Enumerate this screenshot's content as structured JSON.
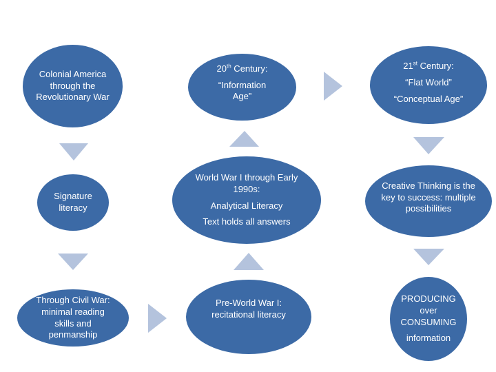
{
  "nodes": {
    "colonial": {
      "text": "Colonial America through the Revolutionary War"
    },
    "signature": {
      "text": "Signature literacy"
    },
    "civil_war": {
      "text": "Through Civil War: minimal reading skills and penmanship"
    },
    "pre_ww1": {
      "text": "Pre-World War I: recitational literacy"
    },
    "ww1_1990s": {
      "title": "World War I through Early 1990s:",
      "line2": "Analytical Literacy",
      "line3": "Text holds all answers"
    },
    "century20": {
      "number": "20",
      "suffix": "th",
      "label": " Century:",
      "line2": "“Information Age”"
    },
    "century21": {
      "number": "21",
      "suffix": "st",
      "label": " Century:",
      "line2": "“Flat World”",
      "line3": "“Conceptual Age”"
    },
    "creative": {
      "text": "Creative Thinking is the key to success: multiple possibilities"
    },
    "producing": {
      "line1": "PRODUCING over CONSUMING",
      "line2": "information"
    }
  },
  "colors": {
    "node_fill": "#3c6aa6",
    "arrow_fill": "#b4c3dd",
    "text": "#ffffff"
  }
}
